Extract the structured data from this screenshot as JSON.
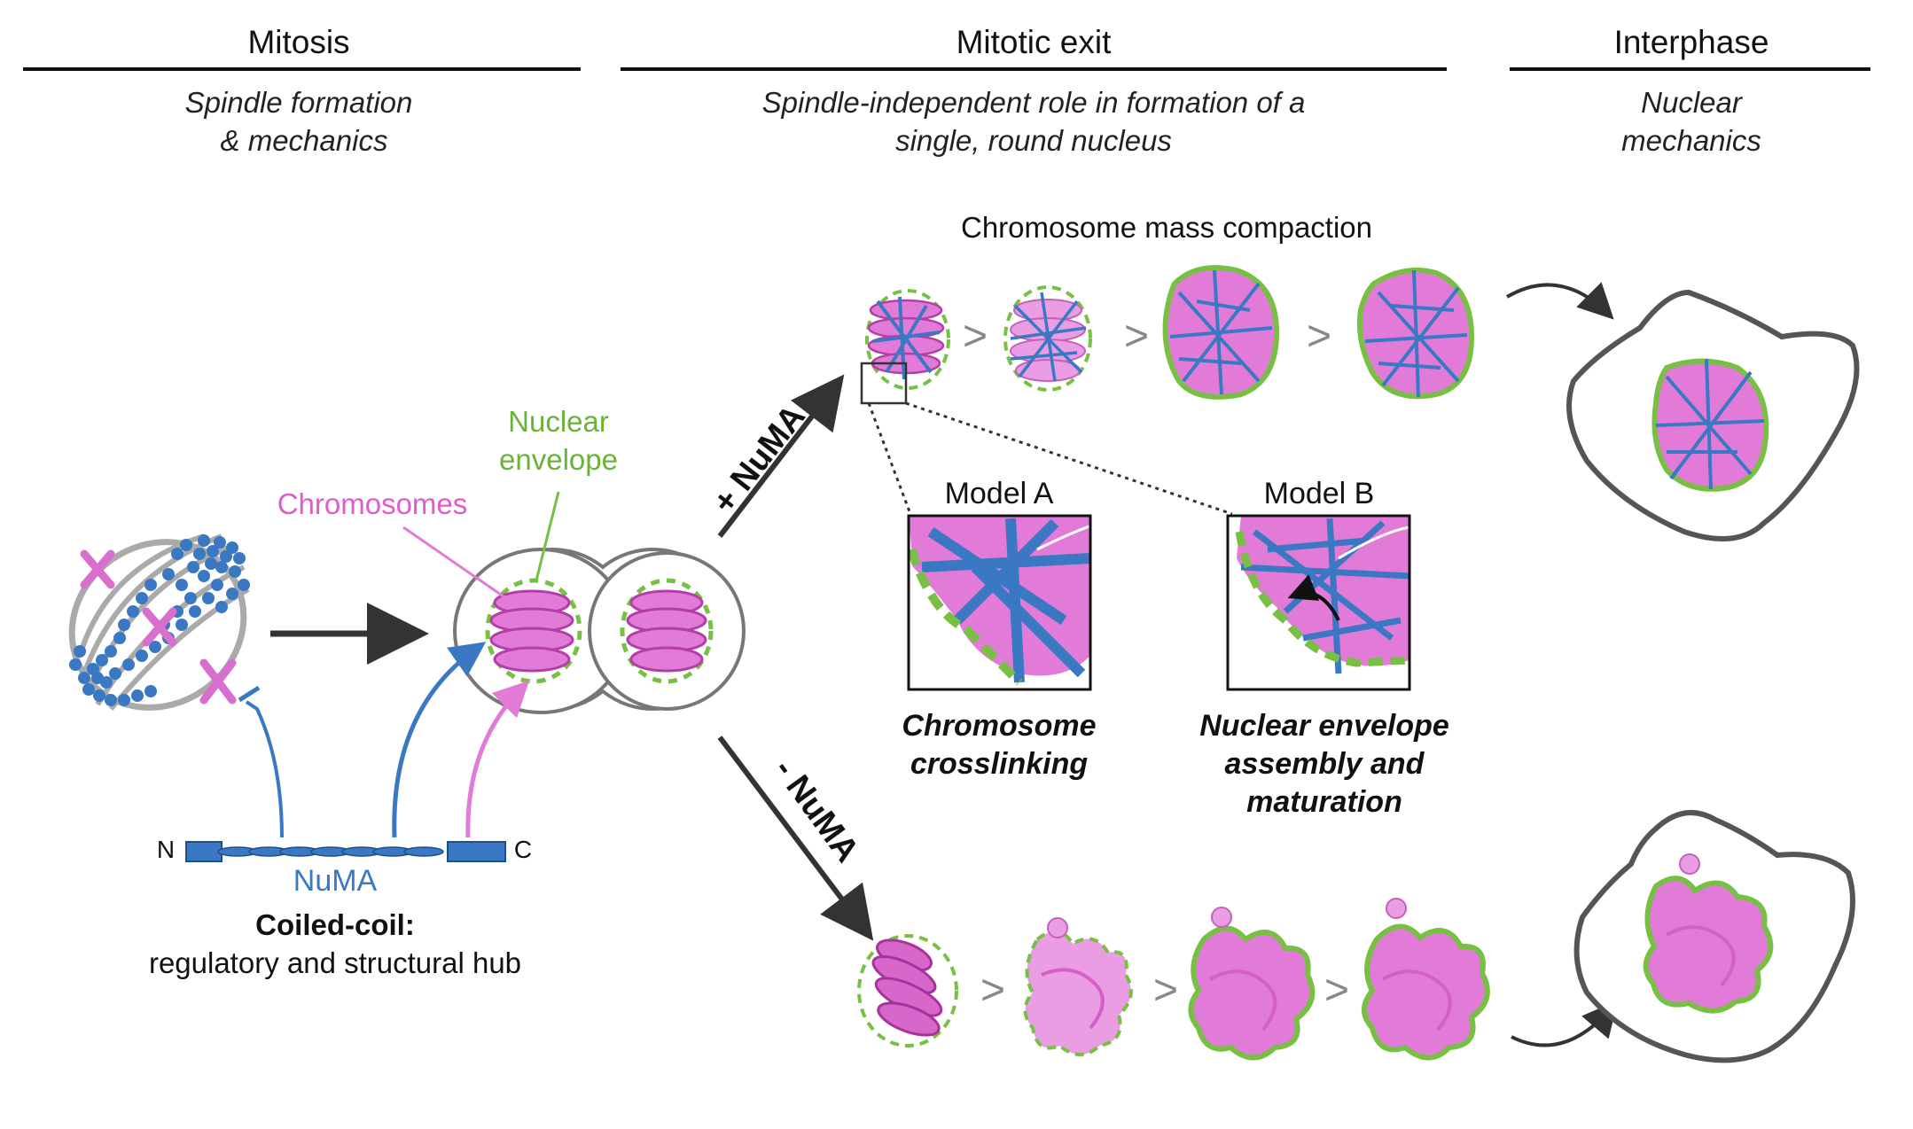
{
  "columns": {
    "mitosis": {
      "title": "Mitosis",
      "sub1": "Spindle formation",
      "sub2": "& mechanics"
    },
    "exit": {
      "title": "Mitotic exit",
      "sub1": "Spindle-independent role in formation of a",
      "sub2": "single, round nucleus"
    },
    "interphase": {
      "title": "Interphase",
      "sub1": "Nuclear",
      "sub2": "mechanics"
    }
  },
  "labels": {
    "chromosomes": "Chromosomes",
    "nuclear_envelope_1": "Nuclear",
    "nuclear_envelope_2": "envelope",
    "compaction": "Chromosome mass compaction",
    "plus_numa": "+ NuMA",
    "minus_numa": "- NuMA",
    "n_term": "N",
    "c_term": "C",
    "numa": "NuMA",
    "coiled_coil": "Coiled-coil:",
    "hub": "regulatory and structural hub",
    "arrow_sym": ">"
  },
  "models": {
    "a": {
      "title": "Model A",
      "cap1": "Chromosome",
      "cap2": "crosslinking"
    },
    "b": {
      "title": "Model B",
      "cap1": "Nuclear envelope",
      "cap2": "assembly and",
      "cap3": "maturation"
    }
  },
  "colors": {
    "magenta": "#e27ad8",
    "magenta_dark": "#b43ea8",
    "nuclear_green": "#78c043",
    "microtubule_blue": "#3a78c3",
    "arrow_dark": "#333333",
    "label_pink": "#e05ccc",
    "label_green": "#6bb23a",
    "label_blue": "#3a78c3"
  }
}
